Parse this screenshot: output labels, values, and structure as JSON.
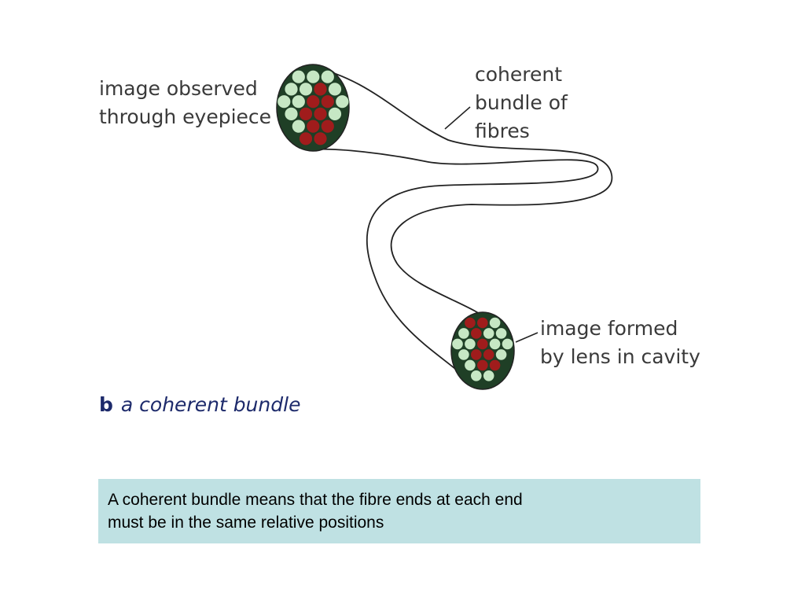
{
  "labels": {
    "eyepiece": [
      "image observed",
      "through eyepiece"
    ],
    "bundle": [
      "coherent",
      "bundle of",
      "fibres"
    ],
    "lens": [
      "image formed",
      "by lens in cavity"
    ]
  },
  "caption": {
    "letter": "b",
    "text": "a coherent bundle"
  },
  "note": [
    "A coherent bundle means that the fibre ends at each end",
    "must be in the same relative positions"
  ],
  "colors": {
    "fibre_green": "#c6e7c4",
    "fibre_red": "#a01c1c",
    "end_fill": "#1f3f26",
    "outline": "#222222",
    "note_bg": "#bfe1e3",
    "caption": "#1d2a6b"
  }
}
